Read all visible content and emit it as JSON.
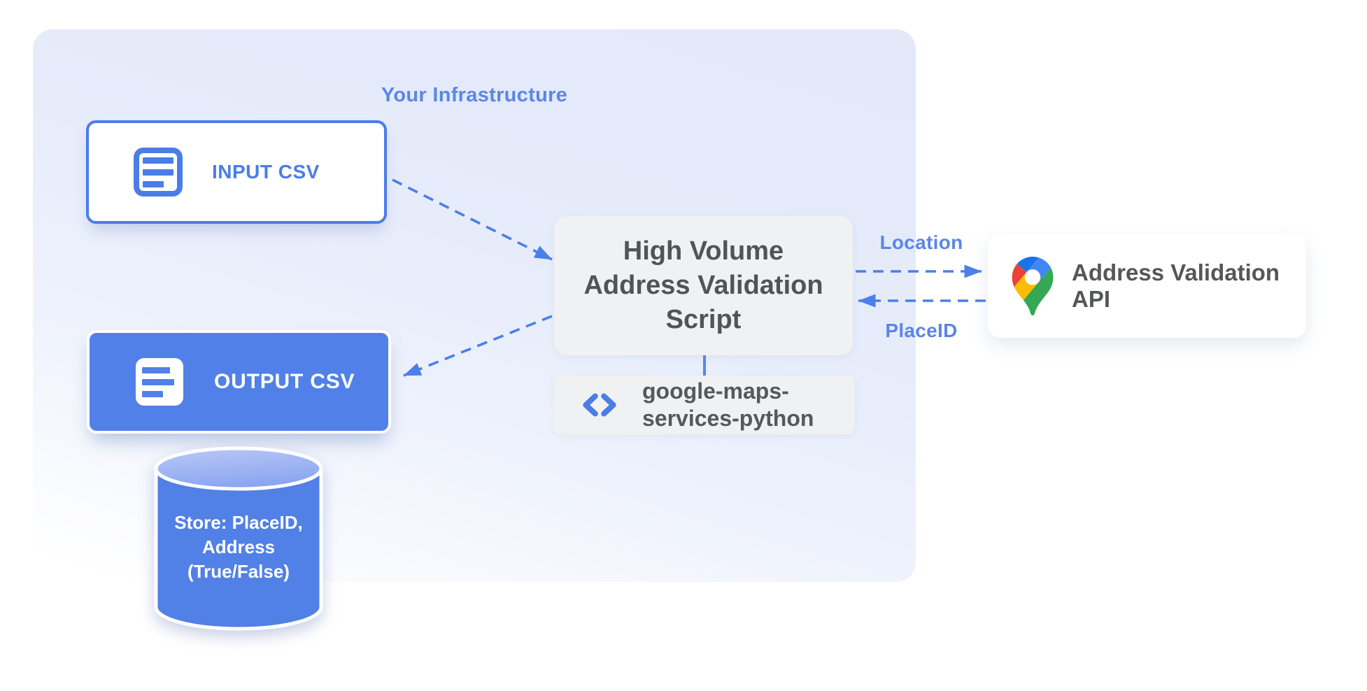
{
  "container": {
    "label": "Your Infrastructure"
  },
  "nodes": {
    "input_csv": {
      "label": "INPUT CSV",
      "icon": "csv-file-icon"
    },
    "output_csv": {
      "label": "OUTPUT CSV",
      "icon": "csv-file-icon"
    },
    "datastore": {
      "lines": [
        "Store: PlaceID,",
        "Address",
        "(True/False)"
      ]
    },
    "script": {
      "lines": [
        "High Volume",
        "Address Validation",
        "Script"
      ]
    },
    "library": {
      "lines": [
        "google-maps-",
        "services-python"
      ],
      "icon": "code-icon"
    },
    "api": {
      "label": "Address Validation API",
      "icon": "google-maps-pin-icon"
    }
  },
  "edges": {
    "location_label": "Location",
    "placeid_label": "PlaceID"
  },
  "colors": {
    "primary_blue": "#4a7de8",
    "fill_blue": "#5181e8",
    "label_blue": "#5b86e8",
    "arrow_blue": "#4a80e8",
    "box_gray": "#f0f1f2",
    "dark_text": "#515357",
    "container_top": "#e3e9f9",
    "pin_red": "#ea4335",
    "pin_blue": "#4285f4",
    "pin_dark_blue": "#1a73e8",
    "pin_yellow": "#fbbc04",
    "pin_green": "#34a853"
  }
}
